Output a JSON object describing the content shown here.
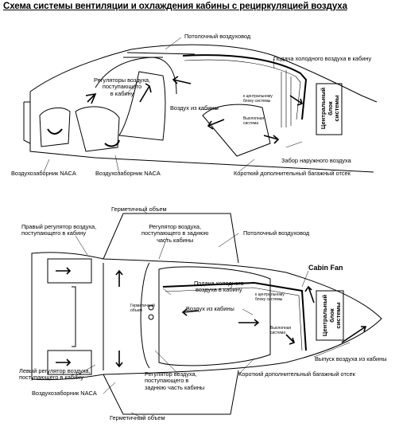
{
  "title": "Схема системы вентиляции и охлаждения кабины с рециркуляцией воздуха",
  "top": {
    "overhead_duct": "Потолочный воздуховод",
    "cold_air_supply": "Подача холодного воздуха в кабину",
    "regulators": [
      "Регуляторы воздуха,",
      "поступающего",
      "в кабину"
    ],
    "cabin_air": "Воздух из кабины",
    "to_central_unit": [
      "к центральному",
      "блоку системы"
    ],
    "exhaust_system": [
      "Выхлопная",
      "система"
    ],
    "central_unit": [
      "Центральный",
      "блок",
      "системы"
    ],
    "outside_air_intake": "Забор наружного воздуха",
    "naca_left": "Воздухозаборник NACA",
    "naca_mid": "Воздухозаборник NACA",
    "short_baggage": "Короткий дополнительный багажный отсек"
  },
  "bottom": {
    "pressure_volume_top": "Герметичный объем",
    "right_regulator": [
      "Правый регулятор воздуха,",
      "поступающего в кабину"
    ],
    "rear_regulator_top": [
      "Регулятор воздуха,",
      "поступающего в заднюю",
      "часть кабины"
    ],
    "overhead_duct": "Потолочный воздуховод",
    "cabin_fan": "Cabin Fan",
    "cold_air_supply": [
      "Подача холодного",
      "воздуха в кабину"
    ],
    "pressure_volume_inner": [
      "Герметичный",
      "объем"
    ],
    "to_central_unit": [
      "к центральному",
      "блоку системы"
    ],
    "cabin_air": "Воздух из кабины",
    "exhaust_system": [
      "Выхлопная",
      "система"
    ],
    "central_unit": [
      "Центральный",
      "блок",
      "системы"
    ],
    "exhaust_outlet": "Выпуск воздуха из кабины",
    "left_regulator": [
      "Левый регулятор воздуха,",
      "поступающего в кабину"
    ],
    "naca": "Воздухозаборник NACA",
    "rear_regulator_bottom": [
      "Регулятор воздуха,",
      "поступающего в",
      "заднюю часть кабины"
    ],
    "short_baggage": "Короткий дополнительный багажный отсек",
    "pressure_volume_bottom": "Герметичный объем"
  }
}
